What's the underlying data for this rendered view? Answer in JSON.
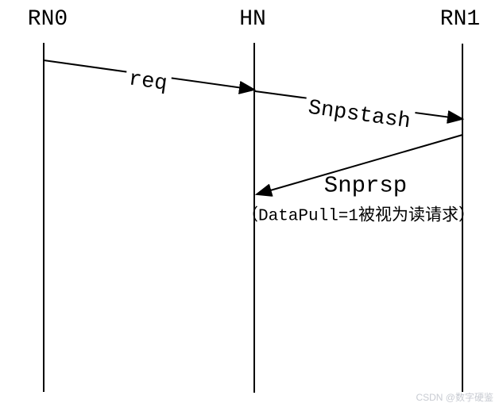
{
  "diagram": {
    "kind": "sequence-diagram",
    "nodes": [
      {
        "id": "rn0",
        "label": "RN0"
      },
      {
        "id": "hn",
        "label": "HN"
      },
      {
        "id": "rn1",
        "label": "RN1"
      }
    ],
    "messages": [
      {
        "from": "RN0",
        "to": "HN",
        "label": "req"
      },
      {
        "from": "HN",
        "to": "RN1",
        "label": "Snpstash"
      },
      {
        "from": "RN1",
        "to": "HN",
        "label": "Snprsp",
        "note": "（DataPull=1被视为读请求）"
      }
    ],
    "colors": {
      "line": "#000000",
      "background": "#ffffff",
      "watermark": "#c8cbd2"
    }
  },
  "watermark": {
    "text": "CSDN @数字硬鉴"
  }
}
